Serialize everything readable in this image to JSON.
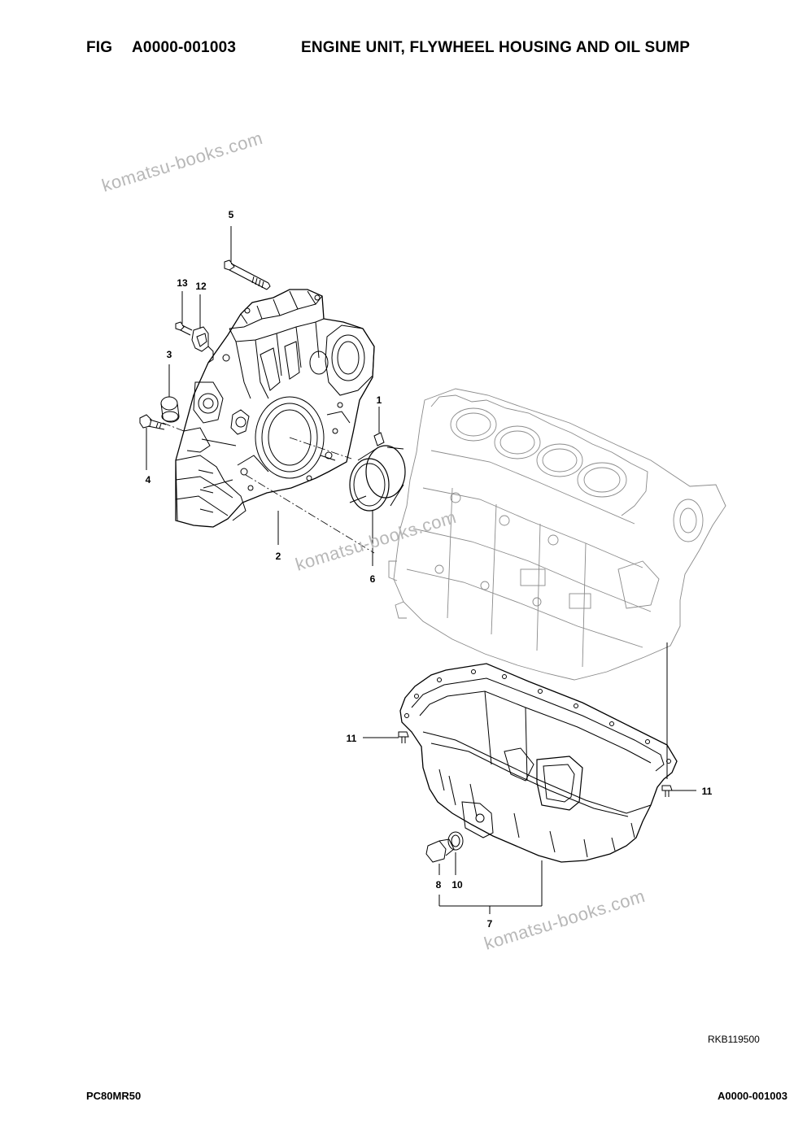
{
  "header": {
    "fig_label": "FIG",
    "fig_code": "A0000-001003",
    "title": "ENGINE UNIT, FLYWHEEL HOUSING AND OIL SUMP"
  },
  "watermark": "komatsu-books.com",
  "callouts": [
    "1",
    "2",
    "3",
    "4",
    "5",
    "6",
    "7",
    "8",
    "10",
    "11",
    "11",
    "12",
    "13"
  ],
  "reference_code": "RKB119500",
  "footer": {
    "model": "PC80MR50",
    "code": "A0000-001003"
  }
}
